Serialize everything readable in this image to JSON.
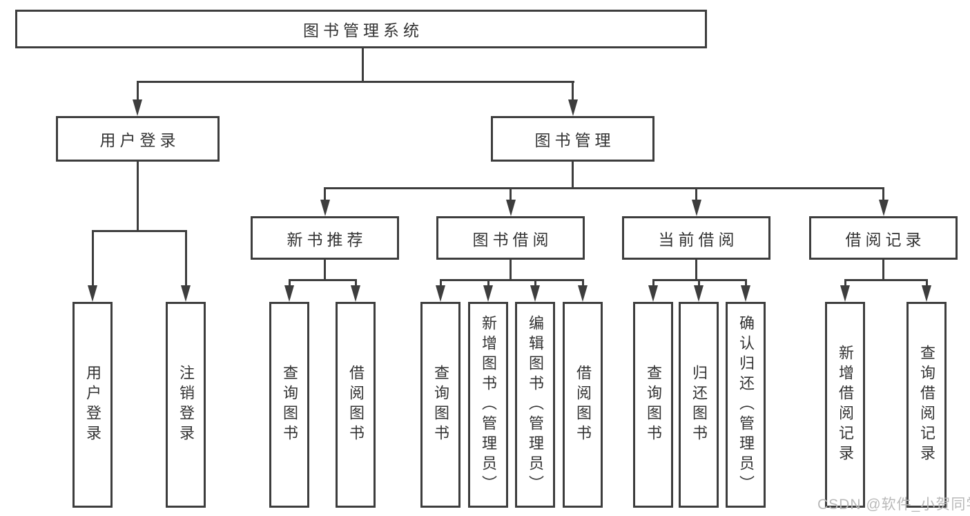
{
  "diagram_title": "图书管理系统",
  "tree": {
    "root": {
      "label": "图书管理系统",
      "children": [
        {
          "label": "用户登录",
          "children": [
            {
              "label": "用户登录"
            },
            {
              "label": "注销登录"
            }
          ]
        },
        {
          "label": "图书管理",
          "children": [
            {
              "label": "新书推荐",
              "children": [
                {
                  "label": "查询图书"
                },
                {
                  "label": "借阅图书"
                }
              ]
            },
            {
              "label": "图书借阅",
              "children": [
                {
                  "label": "查询图书"
                },
                {
                  "label": "新增图书（管理员）"
                },
                {
                  "label": "编辑图书（管理员）"
                },
                {
                  "label": "借阅图书"
                }
              ]
            },
            {
              "label": "当前借阅",
              "children": [
                {
                  "label": "查询图书"
                },
                {
                  "label": "归还图书"
                },
                {
                  "label": "确认归还（管理员）"
                }
              ]
            },
            {
              "label": "借阅记录",
              "children": [
                {
                  "label": "新增借阅记录"
                },
                {
                  "label": "查询借阅记录"
                }
              ]
            }
          ]
        }
      ]
    }
  },
  "watermark": "CSDN @软件_小贺同学",
  "colors": {
    "line": "#3d3d3d",
    "text": "#333333",
    "background": "#ffffff",
    "watermark": "#b9b9b9"
  }
}
